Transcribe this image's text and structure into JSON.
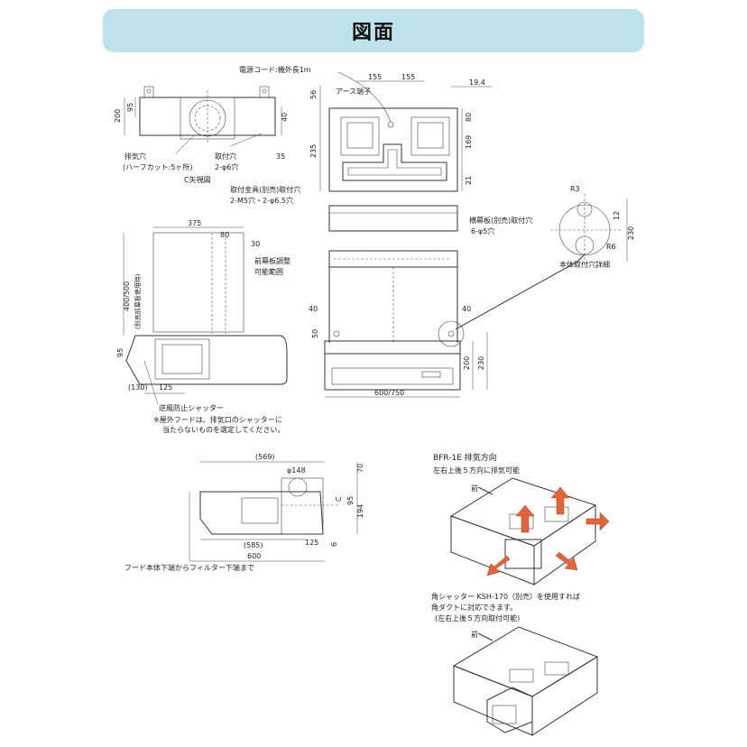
{
  "title": "図面",
  "side_view": {
    "dim_200": "200",
    "dim_95": "95",
    "dim_40": "40",
    "dim_35": "35",
    "exhaust_label": "排気穴",
    "exhaust_sub": "(ハーフカット:5ヶ所)",
    "mount_label": "取付穴",
    "mount_sub": "2-φ6穴",
    "view_c": "C矢視図"
  },
  "front_view": {
    "cord_label": "電源コード:機外長1m",
    "earth_label": "アース端子",
    "dim_155a": "155",
    "dim_155b": "155",
    "dim_19_4": "19.4",
    "dim_56": "56",
    "dim_80": "80",
    "dim_235": "235",
    "dim_169": "169",
    "dim_21": "21",
    "bracket_label": "取付金具(別売)取付穴",
    "bracket_sub": "2-M5穴・2-φ6.5穴",
    "curtain_label": "横幕板(別売)取付穴",
    "curtain_sub": "6-φ5穴",
    "dim_40a": "40",
    "dim_40b": "40",
    "dim_50": "50",
    "dim_200": "200",
    "dim_230": "230",
    "width_label": "600/750"
  },
  "detail": {
    "r3": "R3",
    "r6": "R6",
    "dim_12": "12",
    "dim_230": "230",
    "label": "本体取付穴詳細"
  },
  "side_section": {
    "dim_375": "375",
    "dim_80": "80",
    "dim_30": "30",
    "adjust_label1": "前幕板調整",
    "adjust_label2": "可能範囲",
    "dim_400_500": "400/500",
    "sub_curtain": "(別売前幕板使用時)",
    "dim_95": "95",
    "dim_130": "(130)",
    "dim_125": "125",
    "shutter_label": "逆風防止シャッター",
    "note_line1": "※屋外フードは、排気口のシャッターに",
    "note_line2": "当たらないものを選定してください。"
  },
  "bottom_view": {
    "dim_569": "(569)",
    "dim_148": "φ148",
    "dim_70": "70",
    "dim_95": "95",
    "dim_194": "194",
    "label_c": "C",
    "dim_585": "(585)",
    "dim_125": "125",
    "dim_6": "6",
    "dim_600": "600",
    "filter_note": "フード本体下端からフィルター下端まで"
  },
  "exhaust_dir": {
    "title": "BFR-1E 排気方向",
    "subtitle": "左右上後５方向に排気可能",
    "front": "前"
  },
  "shutter": {
    "line1": "角シャッター KSH-170（別売）を使用すれば",
    "line2": "角ダクトに対応できます。",
    "line3": "(左右上後５方向取付可能)",
    "front": "前"
  },
  "colors": {
    "title_bg": "#bfe3ec",
    "arrow": "#e0643c"
  }
}
